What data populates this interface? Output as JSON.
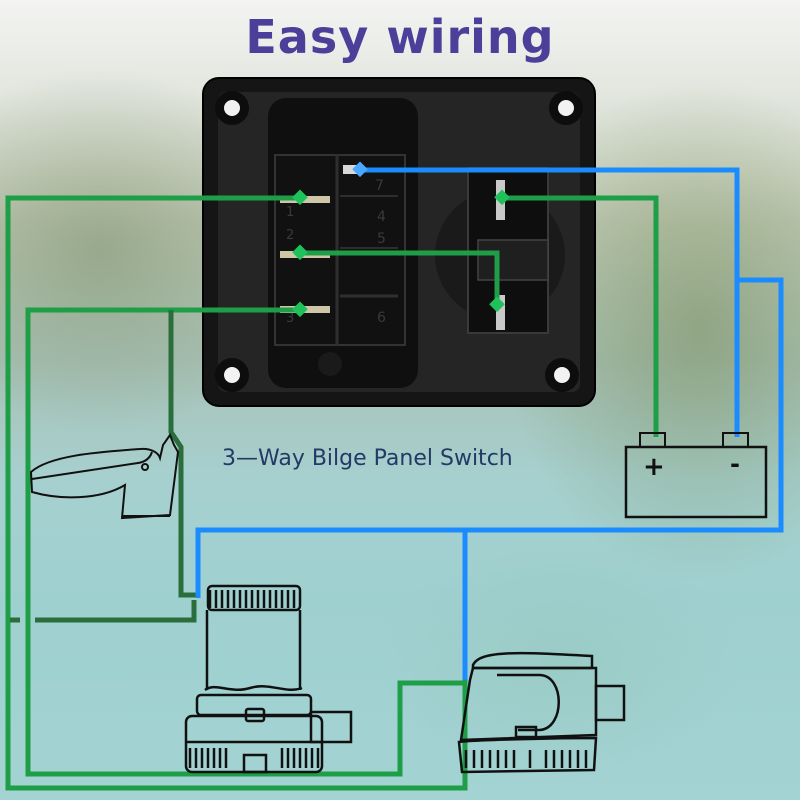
{
  "title": "Easy wiring",
  "subtitle": "3—Way Bilge Panel Switch",
  "colors": {
    "title": "#4b3f9a",
    "subtitle": "#233a66",
    "positive_wire": "#1e9e46",
    "dark_wire": "#2a6e3c",
    "negative_wire": "#1a8cff",
    "panel": "#1c1c1c"
  },
  "components": {
    "panel_switch": {
      "label": "3-Way Bilge Panel Switch",
      "terminal_numbers": [
        "7",
        "4",
        "5",
        "6",
        "1",
        "2",
        "3"
      ]
    },
    "battery": {
      "positive_label": "+",
      "negative_label": "-"
    },
    "float_switch": {
      "label": "float-switch"
    },
    "bilge_pump": {
      "label": "bilge-pump"
    },
    "auto_bilge_pump": {
      "label": "automatic-bilge-pump"
    }
  }
}
